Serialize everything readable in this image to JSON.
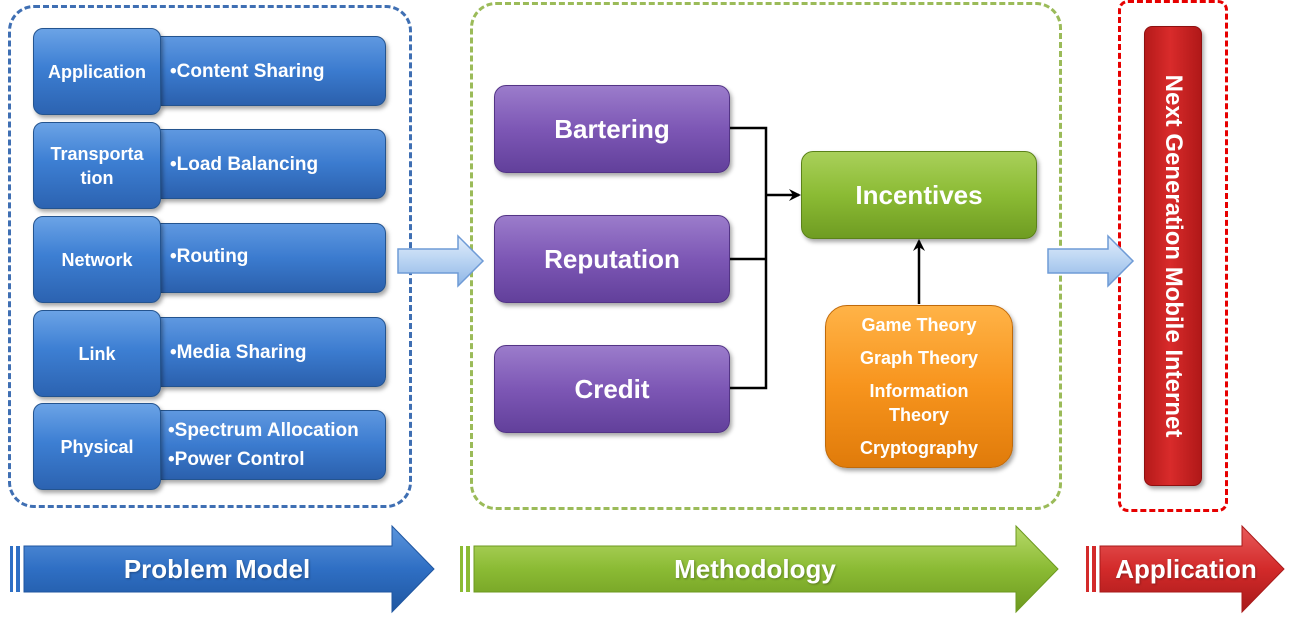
{
  "layers": [
    {
      "name": "Application",
      "items": [
        "•Content Sharing"
      ]
    },
    {
      "name": "Transporta\ntion",
      "items": [
        "•Load Balancing"
      ]
    },
    {
      "name": "Network",
      "items": [
        "•Routing"
      ]
    },
    {
      "name": "Link",
      "items": [
        "•Media Sharing"
      ]
    },
    {
      "name": "Physical",
      "items": [
        "•Spectrum Allocation",
        "•Power Control"
      ]
    }
  ],
  "methods": [
    "Bartering",
    "Reputation",
    "Credit"
  ],
  "incentives": "Incentives",
  "theories": [
    "Game Theory",
    "Graph Theory",
    "Information Theory",
    "Cryptography"
  ],
  "application_box": "Next Generation Mobile Internet",
  "banners": {
    "problem_model": "Problem Model",
    "methodology": "Methodology",
    "application": "Application"
  },
  "colors": {
    "problem_blue": "#2f6fc4",
    "methodology_green": "#8bbb34",
    "application_red": "#d32a2a",
    "method_purple": "#7d57b5",
    "theory_orange": "#f7941d"
  }
}
